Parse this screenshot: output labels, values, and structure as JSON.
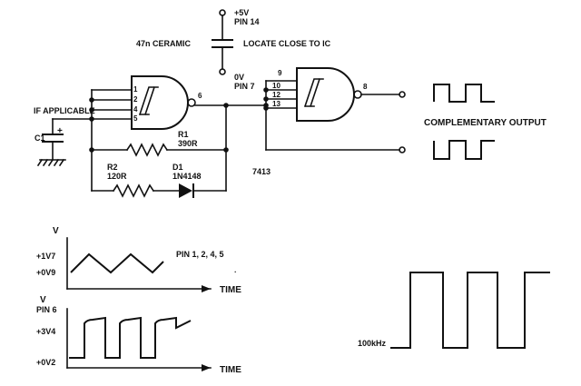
{
  "schematic": {
    "supply": {
      "voltage": "+5V",
      "pin": "PIN 14"
    },
    "ground_ref": {
      "voltage": "0V",
      "pin": "PIN 7"
    },
    "capacitor_note": {
      "value": "47n CERAMIC",
      "hint": "LOCATE CLOSE TO IC"
    },
    "c1": {
      "label": "C1",
      "note": "IF APPLICABLE",
      "polarity": "+"
    },
    "r1": {
      "ref": "R1",
      "value": "390R"
    },
    "r2": {
      "ref": "R2",
      "value": "120R"
    },
    "d1": {
      "ref": "D1",
      "value": "1N4148"
    },
    "ic": "7413",
    "gate1_pins": {
      "p1": "1",
      "p2": "2",
      "p4": "4",
      "p5": "5",
      "out": "6"
    },
    "gate2_pins": {
      "p9": "9",
      "p10": "10",
      "p12": "12",
      "p13": "13",
      "out": "8"
    },
    "output_label": "COMPLEMENTARY OUTPUT"
  },
  "graph_top": {
    "ylabel": "V",
    "ticks": [
      "+1V7",
      "+0V9"
    ],
    "xlabel": "TIME",
    "caption": "PIN 1, 2, 4, 5"
  },
  "graph_bottom": {
    "ylabel": "V",
    "ylabel2": "PIN 6",
    "ticks": [
      "+3V4",
      "+0V2"
    ],
    "xlabel": "TIME"
  },
  "square_wave": {
    "label": "100kHz"
  }
}
